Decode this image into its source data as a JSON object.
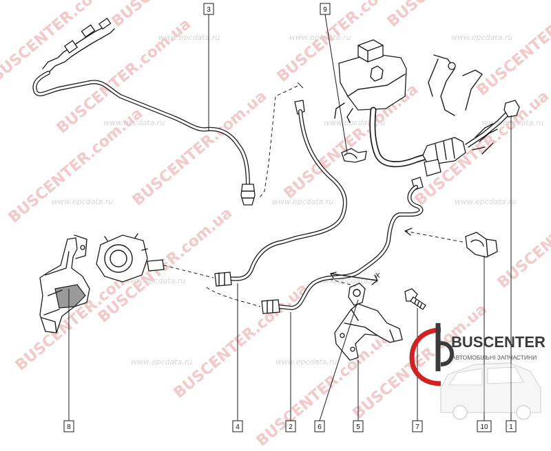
{
  "diagram": {
    "callouts": [
      {
        "id": "callout-3",
        "label": "3"
      },
      {
        "id": "callout-9",
        "label": "9"
      },
      {
        "id": "callout-8",
        "label": "8"
      },
      {
        "id": "callout-4",
        "label": "4"
      },
      {
        "id": "callout-2",
        "label": "2"
      },
      {
        "id": "callout-6",
        "label": "6"
      },
      {
        "id": "callout-5",
        "label": "5"
      },
      {
        "id": "callout-7",
        "label": "7"
      },
      {
        "id": "callout-10",
        "label": "10"
      },
      {
        "id": "callout-1",
        "label": "1"
      }
    ],
    "marker_x": "X"
  },
  "watermarks": {
    "brand": "BUSCENTER",
    "brand_site": "BUSCENTER.com.ua",
    "site": "www.epcdata.ru",
    "colors": {
      "brand": "#f3c9c9",
      "site": "#d8d8d8"
    }
  },
  "logo": {
    "name": "BUSCENTER",
    "subtitle": "АВТОМОБІЛЬНІ ЗАПЧАСТИНИ",
    "colors": {
      "accent": "#d42020",
      "text": "#3b3b3b"
    }
  }
}
